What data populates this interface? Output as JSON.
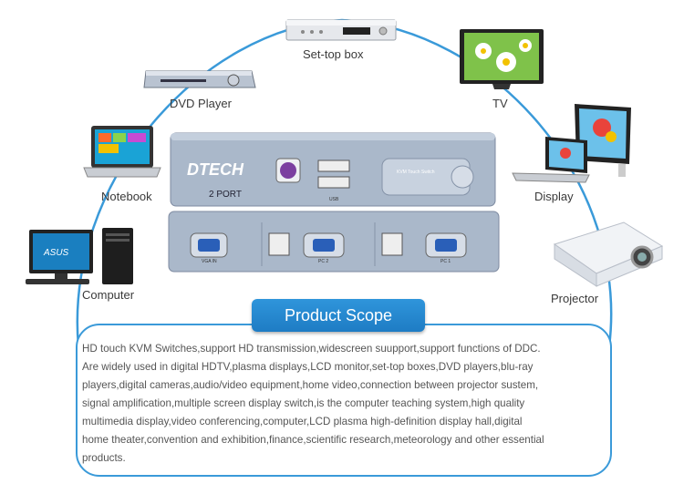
{
  "devices": {
    "settop": "Set-top box",
    "tv": "TV",
    "dvd": "DVD Player",
    "notebook": "Notebook",
    "display": "Display",
    "computer": "Computer",
    "projector": "Projector"
  },
  "kvm": {
    "brand": "DTECH",
    "port_text": "2 PORT",
    "usb_label": "USB",
    "badge_text": "KVM Touch Switch",
    "vga_in": "VGA IN",
    "pc2": "PC 2",
    "pc1": "PC 1"
  },
  "scope": {
    "title": "Product Scope",
    "lines": [
      "HD touch KVM Switches,support HD transmission,widescreen suupport,support functions of DDC.",
      "Are widely used in digital HDTV,plasma displays,LCD monitor,set-top boxes,DVD players,blu-ray",
      "players,digital cameras,audio/video equipment,home video,connection between projector sustem,",
      "signal amplification,multiple screen display switch,is the computer teaching system,high quality",
      "multimedia display,video conferencing,computer,LCD plasma high-definition display hall,digital",
      "home theater,convention and exhibition,finance,scientific research,meteorology and other essential",
      " products."
    ]
  },
  "colors": {
    "accent": "#2f95db",
    "kvm_body": "#a9b7c9"
  }
}
